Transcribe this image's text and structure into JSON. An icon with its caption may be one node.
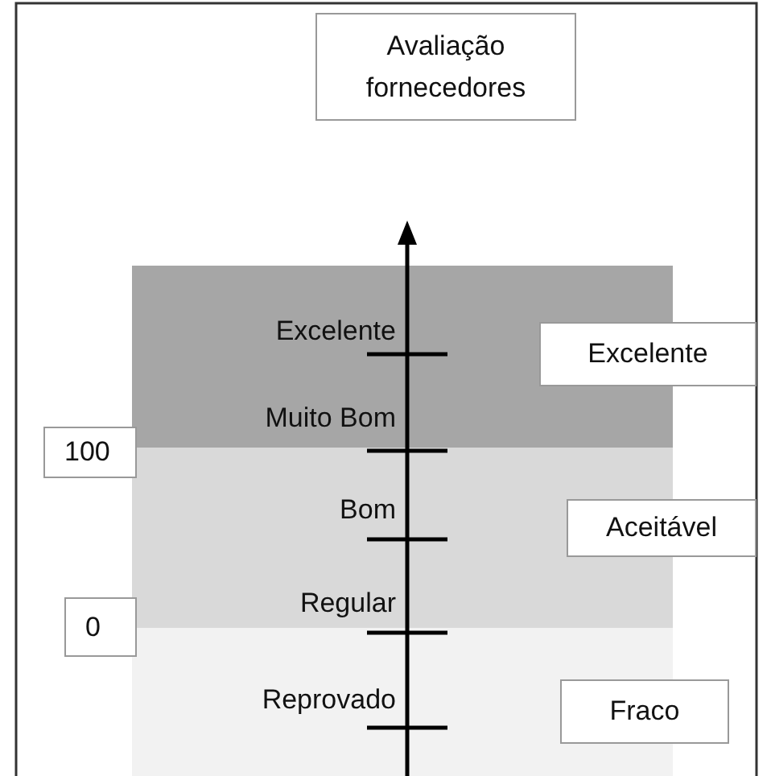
{
  "diagram": {
    "nodes": [
      {
        "text": [
          "Avaliação fornecedores"
        ]
      },
      {
        "text": [
          "Excelente"
        ]
      },
      {
        "text": [
          "Aceitável"
        ]
      },
      {
        "text": [
          "Fraco"
        ]
      },
      {
        "text": [
          "100"
        ]
      },
      {
        "text": [
          "0"
        ]
      }
    ],
    "labels": [
      "Excelente",
      "Muito Bom",
      "Bom",
      "Regular",
      "Reprovado"
    ]
  }
}
